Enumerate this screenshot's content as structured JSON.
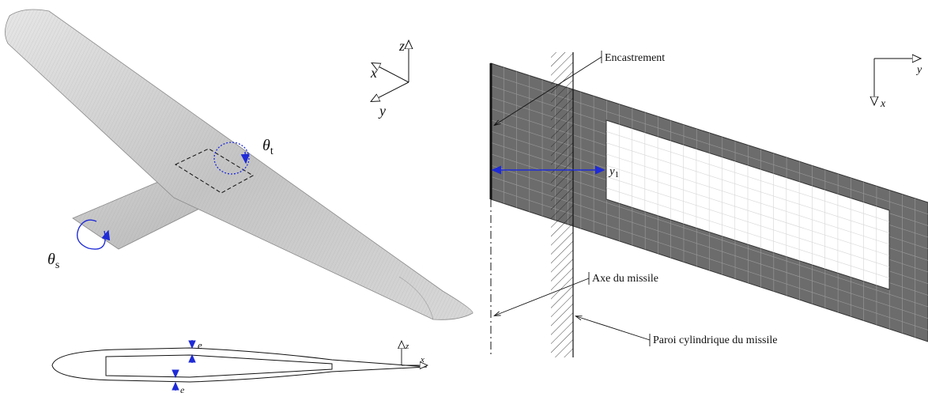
{
  "left_panel": {
    "labels": {
      "theta_t": "θ",
      "theta_t_sub": "t",
      "theta_s": "θ",
      "theta_s_sub": "s"
    },
    "axes": {
      "z": "z",
      "x": "x",
      "y": "y"
    }
  },
  "section_panel": {
    "thickness_top": "e",
    "thickness_bottom": "e",
    "axes": {
      "z": "z",
      "x": "x"
    }
  },
  "right_panel": {
    "callouts": {
      "encastrement": "Encastrement",
      "axe": "Axe du missile",
      "paroi": "Paroi cylindrique du missile"
    },
    "dimension": "y",
    "dimension_sub": "1",
    "axes": {
      "y": "y",
      "x": "x"
    }
  },
  "colors": {
    "accent_blue": "#1f2bd6",
    "mesh_dark": "#6e6e6e",
    "mesh_line": "#9a9a9a",
    "body_fill": "#c9c9c9"
  }
}
